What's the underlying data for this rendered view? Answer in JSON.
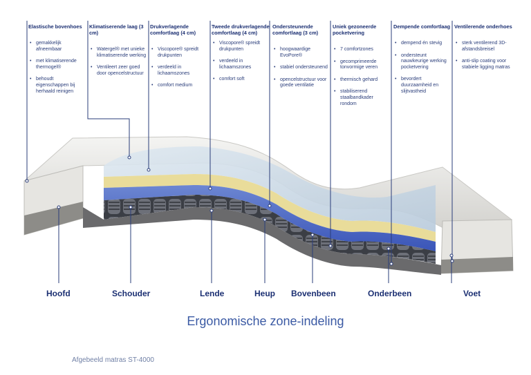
{
  "layers": [
    {
      "title": "Elastische bovenhoes",
      "bullets": [
        "gemakkelijk afneembaar",
        "met klimatiserende thermogel®",
        "behoudt eigenschappen bij herhaald reinigen"
      ]
    },
    {
      "title": "Klimatiserende laag (3 cm)",
      "bullets": [
        "Watergel® met unieke klimatiserende werking",
        "Ventileert zeer goed door opencelstructuur"
      ]
    },
    {
      "title": "Drukverlagende comfortlaag (4 cm)",
      "bullets": [
        "Viscopore® spreidt drukpunten",
        "verdeeld in lichaamszones",
        "comfort medium"
      ]
    },
    {
      "title": "Tweede drukverlagende comfortlaag (4 cm)",
      "bullets": [
        "Viscopore® spreidt drukpunten",
        "verdeeld in lichaamszones",
        "comfort soft"
      ]
    },
    {
      "title": "Ondersteunende comfortlaag (3 cm)",
      "bullets": [
        "hoogwaardige EvoPore®",
        "stabiel ondersteunend",
        "opencelstructuur voor goede ventilatie"
      ]
    },
    {
      "title": "Uniek gezoneerde pocketvering",
      "bullets": [
        "7 comfortzones",
        "gecomprimeerde tonvormige veren",
        "thermisch gehard",
        "stabiliserend staalbandkader rondom"
      ]
    },
    {
      "title": "Dempende comfortlaag",
      "bullets": [
        "dempend én stevig",
        "ondersteunt nauwkeurige werking pocketvering",
        "bevordert duurzaamheid en slijtvastheid"
      ]
    },
    {
      "title": "Ventilerende onderhoes",
      "bullets": [
        "sterk ventilerend 3D-afstandsbreisel",
        "anti-slip coating voor stabiele ligging matras"
      ]
    }
  ],
  "zones": [
    "Hoofd",
    "Schouder",
    "Lende",
    "Heup",
    "Bovenbeen",
    "Onderbeen",
    "Voet"
  ],
  "caption": "Ergonomische zone-indeling",
  "note": "Afgebeeld matras ST-4000"
}
